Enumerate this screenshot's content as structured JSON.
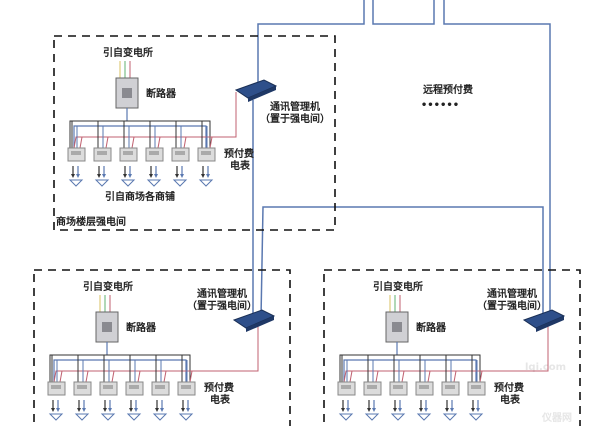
{
  "remote": {
    "label": "远程预付费",
    "ellipsis": "••••••"
  },
  "colors": {
    "bus": "#5a78b0",
    "neutral": "#333333",
    "comm": "#c06070",
    "device": "#2e4f8a",
    "dash": "#111111"
  },
  "panels": [
    {
      "id": "mall-floor",
      "source_label": "引自变电所",
      "breaker_label": "断路器",
      "meter_label_1": "预付费",
      "meter_label_2": "电表",
      "outlet_label": "引自商场各商铺",
      "room_label": "商场楼层强电间",
      "comm_label_1": "通讯管理机",
      "comm_label_2": "（置于强电间）",
      "meter_count": 6
    },
    {
      "id": "lower-left",
      "source_label": "引自变电所",
      "breaker_label": "断路器",
      "meter_label_1": "预付费",
      "meter_label_2": "电表",
      "comm_label_1": "通讯管理机",
      "comm_label_2": "（置于强电间）",
      "meter_count": 6
    },
    {
      "id": "lower-right",
      "source_label": "引自变电所",
      "breaker_label": "断路器",
      "meter_label_1": "预付费",
      "meter_label_2": "电表",
      "comm_label_1": "通讯管理机",
      "comm_label_2": "（置于强电间）",
      "meter_count": 6
    }
  ],
  "watermark": {
    "line1": "lqi.com",
    "line2": "仪器网"
  }
}
